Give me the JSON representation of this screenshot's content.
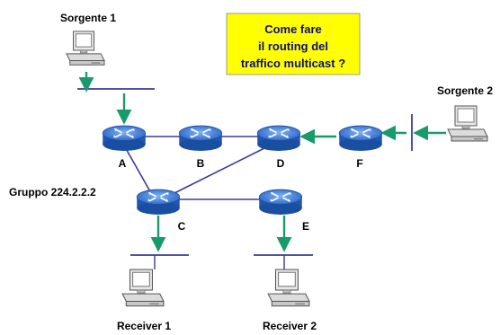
{
  "question_box": {
    "lines": [
      "Come fare",
      "il routing del",
      "traffico multicast ?"
    ],
    "fill": "#ffff00",
    "text_color": "#0a0a8a"
  },
  "hosts": {
    "source_1": "Sorgente 1",
    "source_2": "Sorgente 2",
    "receiver_1": "Receiver 1",
    "receiver_2": "Receiver 2"
  },
  "routers": {
    "a": "A",
    "b": "B",
    "c": "C",
    "d": "D",
    "e": "E",
    "f": "F"
  },
  "group_label": "Gruppo 224.2.2.2",
  "colors": {
    "link": "#3a3a9a",
    "arrow": "#1a9a6a",
    "router_body": "#2f6fd0"
  },
  "icons": {
    "router": "router-icon",
    "host": "computer-icon"
  }
}
